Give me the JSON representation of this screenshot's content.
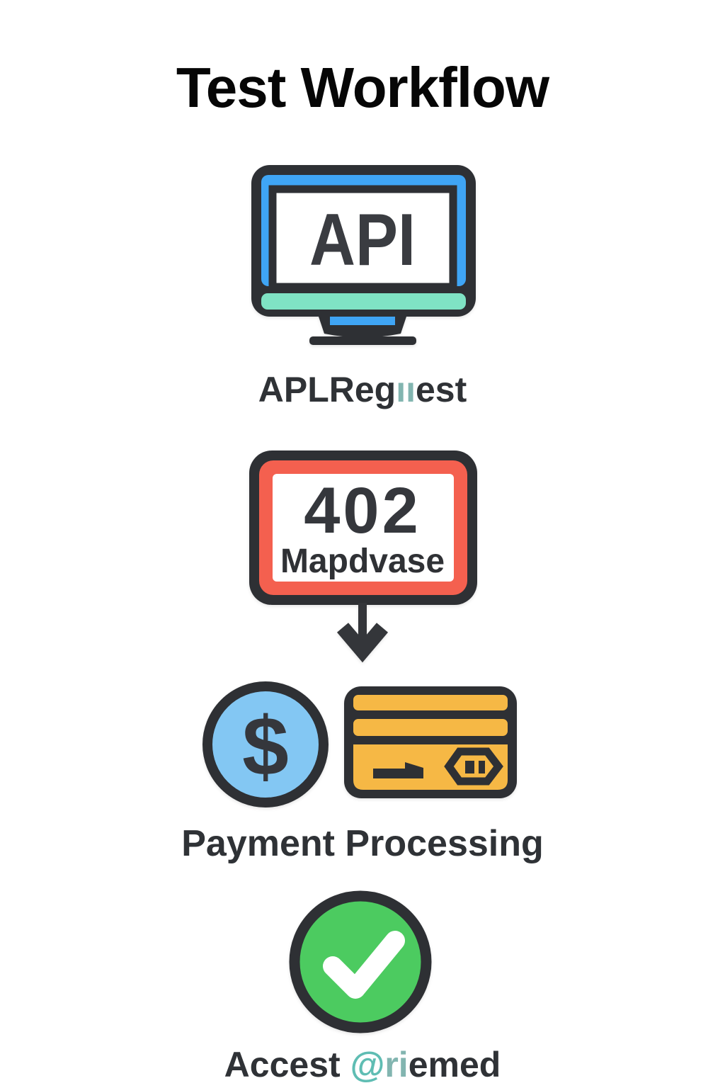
{
  "title": "Test Workflow",
  "api_step": {
    "icon": "monitor-icon",
    "screen_text": "API",
    "label_parts": {
      "p1": "APLReg",
      "p2": "ıı",
      "p3": "est"
    }
  },
  "error_step": {
    "icon": "error-sign-icon",
    "code": "402",
    "message": "Mapdvase"
  },
  "flow": {
    "icon": "arrow-down-icon"
  },
  "payment_step": {
    "coin_icon": "dollar-coin-icon",
    "card_icon": "credit-card-icon",
    "currency_symbol": "$",
    "label": "Payment Processing"
  },
  "success_step": {
    "icon": "checkmark-circle-icon",
    "label_parts": {
      "p1": "Accest ",
      "p2": "@",
      "p3": "ri",
      "p4": "emed"
    }
  },
  "colors": {
    "outline_dark": "#2e3034",
    "monitor_frame_blue": "#3fa5f5",
    "monitor_strip_teal": "#7fe3c4",
    "error_border_red": "#f4604f",
    "coin_blue": "#83c7f3",
    "card_orange": "#f6b845",
    "success_green": "#4ccb60",
    "text_dark": "#2f3236",
    "accent_teal": "#5fbdb3"
  }
}
